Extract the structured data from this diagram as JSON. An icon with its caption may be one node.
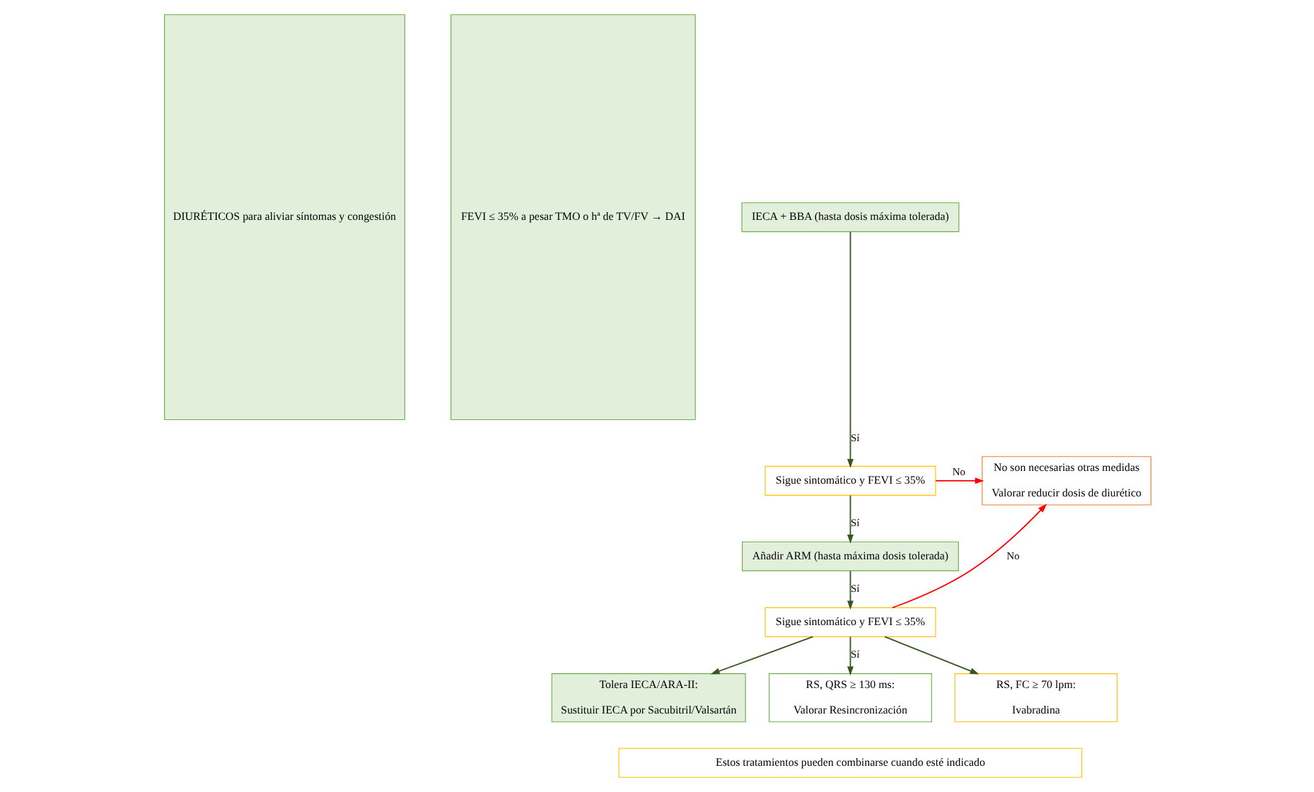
{
  "diagram": {
    "nodes": [
      {
        "text": [
          "DIURÉTICOS para aliviar síntomas y congestión"
        ]
      },
      {
        "text": [
          "FEVI ≤ 35% a pesar TMO o hª de TV/FV → DAI"
        ]
      },
      {
        "text": [
          "IECA + BBA (hasta dosis máxima tolerada)"
        ]
      },
      {
        "text": [
          "Sigue sintomático y FEVI ≤ 35%"
        ]
      },
      {
        "text": [
          "No son necesarias otras medidas",
          "Valorar reducir dosis de diurético"
        ]
      },
      {
        "text": [
          "Añadir ARM (hasta máxima dosis tolerada)"
        ]
      },
      {
        "text": [
          "Sigue sintomático y FEVI ≤ 35%"
        ]
      },
      {
        "text": [
          "Tolera IECA/ARA-II:",
          "Sustituir IECA por Sacubitril/Valsartán"
        ]
      },
      {
        "text": [
          "RS, QRS ≥ 130 ms:",
          "Valorar Resincronización"
        ]
      },
      {
        "text": [
          "RS, FC ≥ 70 lpm:",
          "Ivabradina"
        ]
      },
      {
        "text": [
          "Estos tratamientos pueden combinarse cuando esté indicado"
        ]
      }
    ],
    "edges": [
      {
        "from": 2,
        "to": 3,
        "arrow": "to",
        "label": "Sí"
      },
      {
        "from": 3,
        "to": 4,
        "arrow": "to",
        "label": "No",
        "color": "#ff0000"
      },
      {
        "from": 3,
        "to": 5,
        "arrow": "to",
        "label": "Sí"
      },
      {
        "from": 5,
        "to": 6,
        "arrow": "to",
        "label": "Sí"
      },
      {
        "from": 6,
        "to": 4,
        "arrow": "to",
        "label": "No",
        "color": "#ff0000"
      },
      {
        "from": 6,
        "to": 7,
        "arrow": "to"
      },
      {
        "from": 6,
        "to": 8,
        "arrow": "to",
        "label": "Sí"
      },
      {
        "from": 6,
        "to": 9,
        "arrow": "to"
      }
    ]
  }
}
